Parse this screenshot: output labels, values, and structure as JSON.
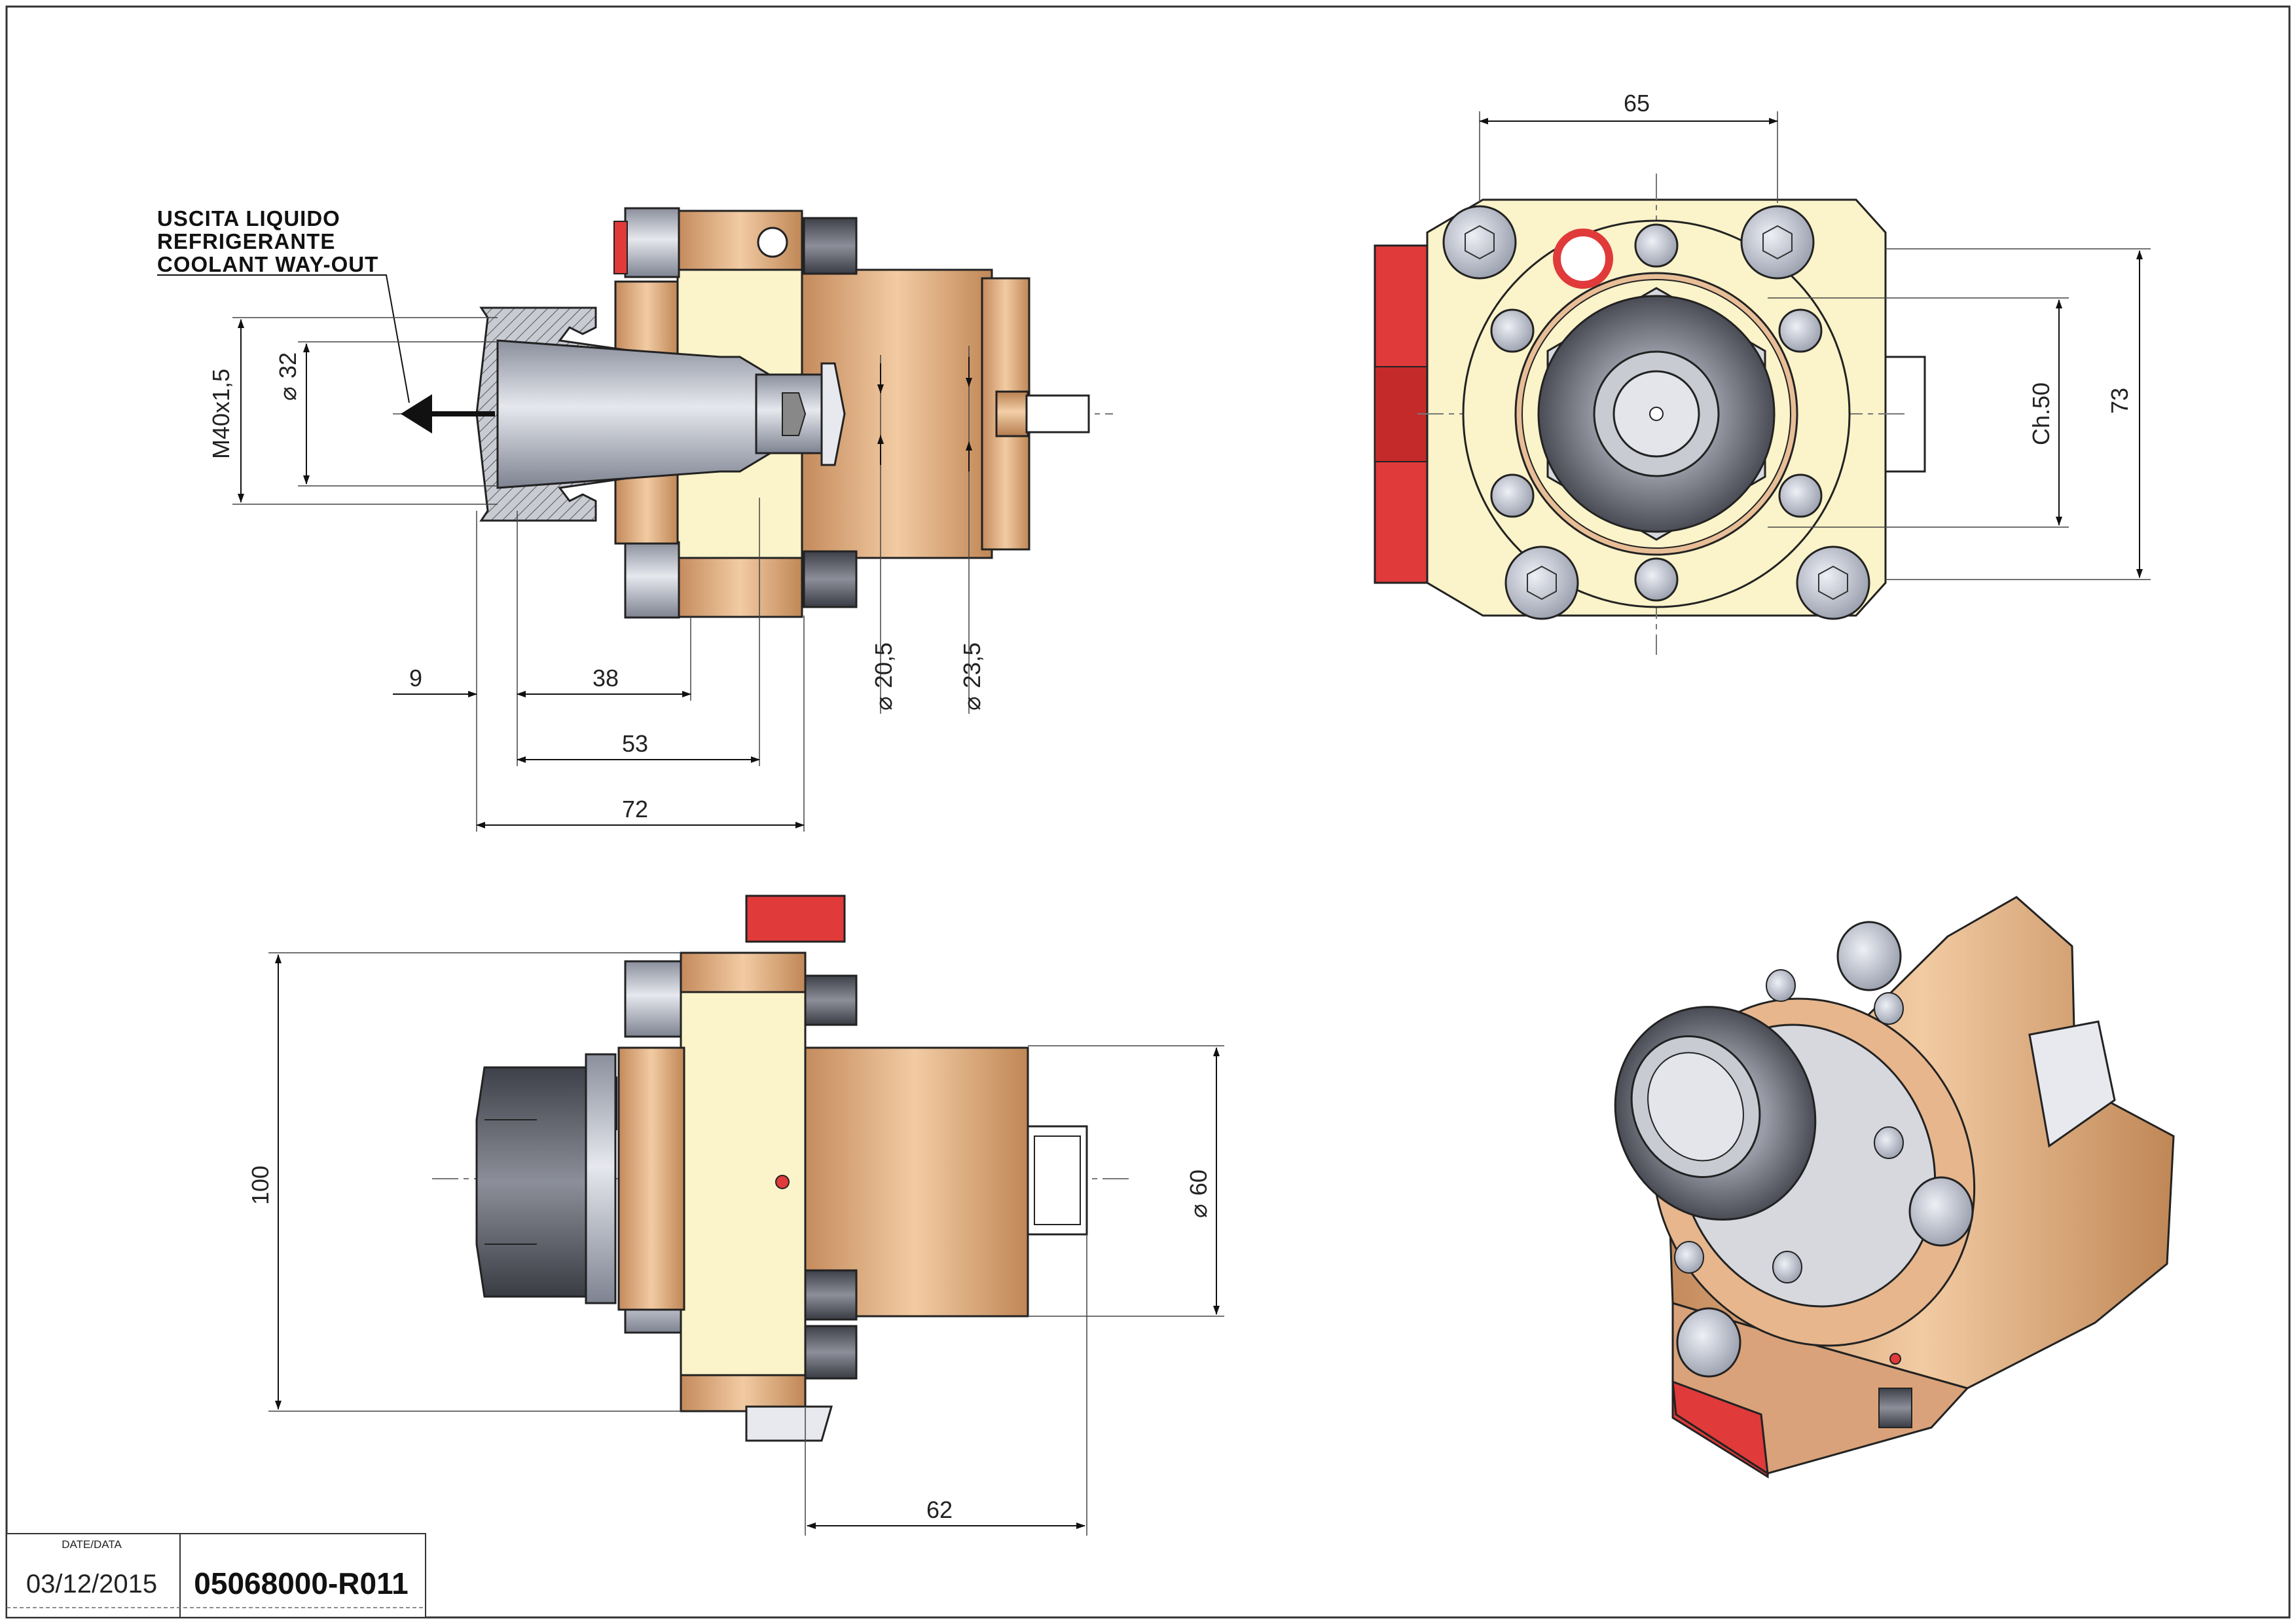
{
  "note": {
    "line1": "USCITA LIQUIDO",
    "line2": "REFRIGERANTE",
    "line3": "COOLANT WAY-OUT"
  },
  "dimensions": {
    "thread": "M40x1,5",
    "dia32": "32",
    "len9": "9",
    "len38": "38",
    "len53": "53",
    "len72": "72",
    "dia20_5": "20,5",
    "dia23_5": "23,5",
    "width65": "65",
    "hex50": "Ch.50",
    "height73": "73",
    "height100": "100",
    "dia60": "60",
    "len62": "62"
  },
  "title_block": {
    "date_label": "DATE/DATA",
    "date": "03/12/2015",
    "code": "05068000-R011"
  },
  "colors": {
    "bronze": "#D9A27A",
    "cream": "#FBF3C9",
    "red": "#E03A3A",
    "steel": "#B8BDC9",
    "dark": "#5A5D68"
  }
}
